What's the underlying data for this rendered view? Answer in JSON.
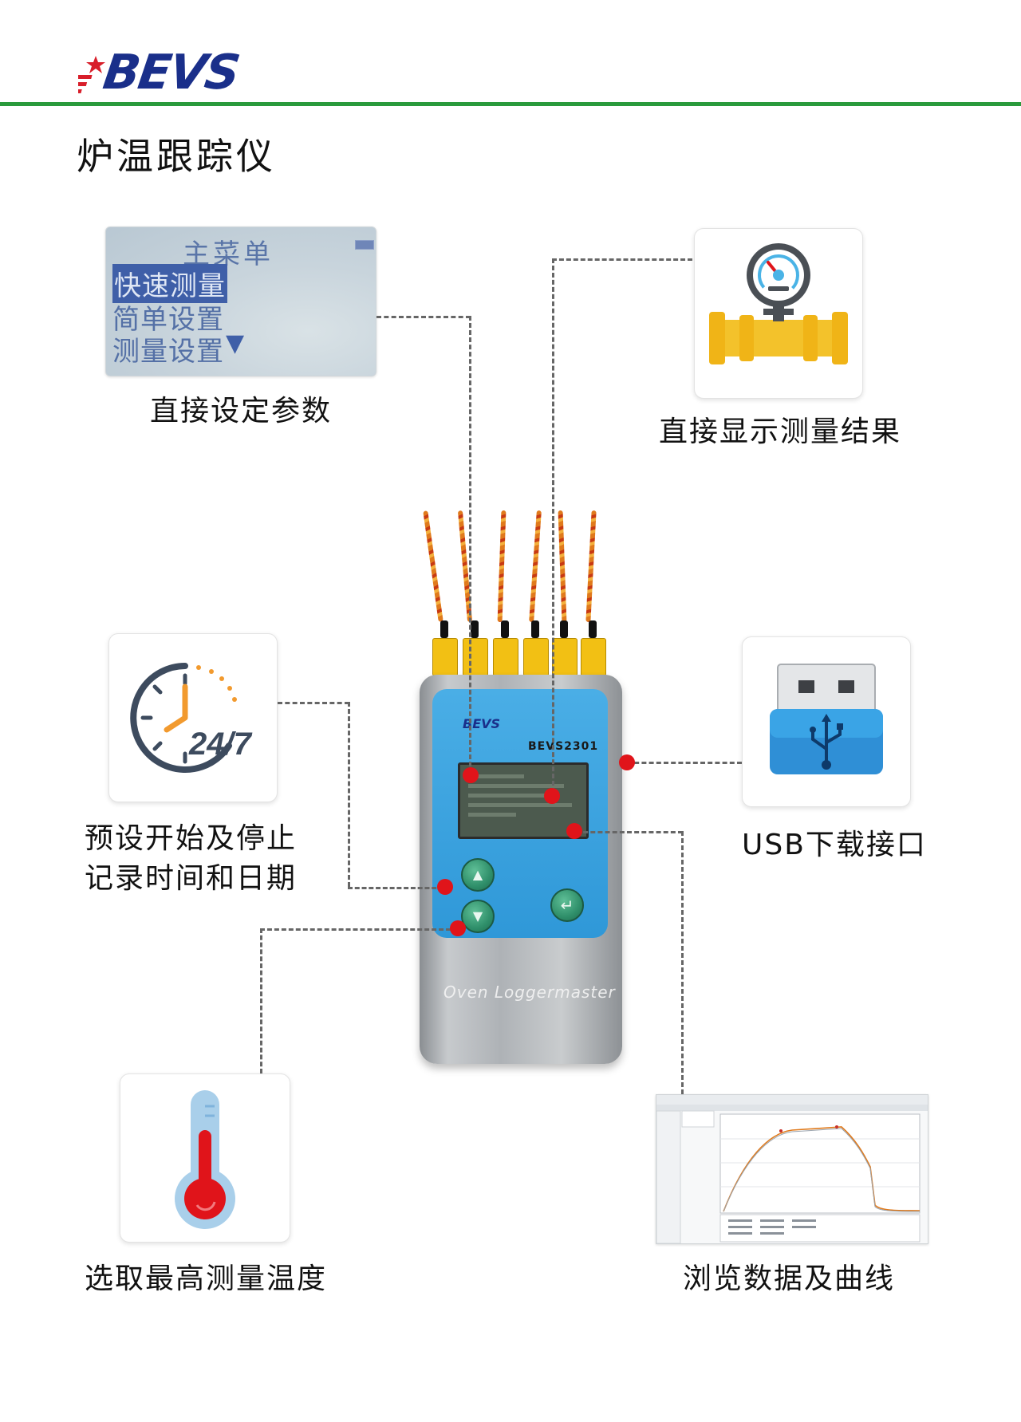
{
  "brand": {
    "logo_text": "BEVS"
  },
  "page_title": "炉温跟踪仪",
  "menu_screen": {
    "title": "主菜单",
    "items": [
      "快速测量",
      "简单设置",
      "测量设置"
    ],
    "selected": "快速测量",
    "scroll_glyph": "▼"
  },
  "features": {
    "set_params": "直接设定参数",
    "display_result": "直接显示测量结果",
    "schedule_line1": "预设开始及停止",
    "schedule_line2": "记录时间和日期",
    "schedule_badge": "24/7",
    "usb": "USB下载接口",
    "max_temp": "选取最高测量温度",
    "browse": "浏览数据及曲线"
  },
  "device": {
    "brand": "BEVS",
    "model": "BEVS2301",
    "label": "Oven Loggermaster",
    "btn_up": "▲",
    "btn_down": "▼",
    "btn_enter": "↵"
  },
  "colors": {
    "header_rule": "#2a9a3c",
    "logo_blue": "#1a2f8a",
    "device_panel": "#3aa4e0",
    "pointer_dot": "#e0141a",
    "connector_yellow": "#f2c014"
  }
}
